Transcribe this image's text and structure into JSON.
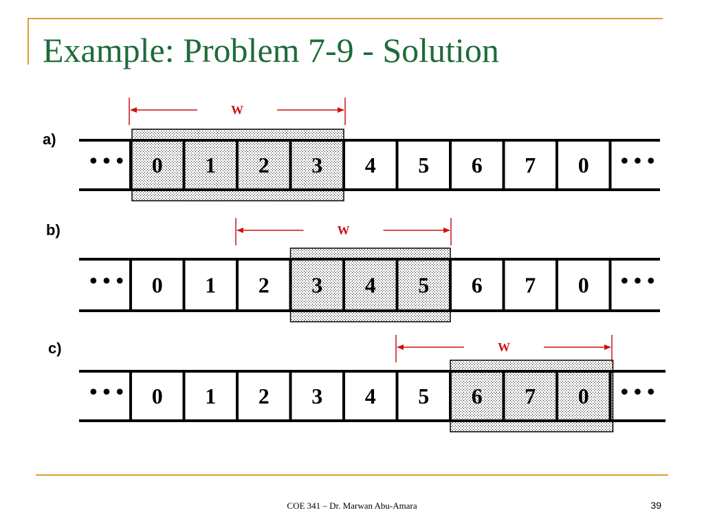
{
  "slide": {
    "title": "Example: Problem 7-9 - Solution",
    "footer": "COE 341 – Dr. Marwan Abu-Amara",
    "page_number": "39"
  },
  "diagram": {
    "ellipsis": "• • •",
    "window_label": "W",
    "colors": {
      "accent": "#d6a12a",
      "title": "#1e6b3a",
      "window_arrow": "#d01010"
    },
    "rows": [
      {
        "label": "a)",
        "cells": [
          "0",
          "1",
          "2",
          "3",
          "4",
          "5",
          "6",
          "7",
          "0"
        ],
        "window_start": 0,
        "window_size": 4
      },
      {
        "label": "b)",
        "cells": [
          "0",
          "1",
          "2",
          "3",
          "4",
          "5",
          "6",
          "7",
          "0"
        ],
        "window_start": 3,
        "window_size": 3
      },
      {
        "label": "c)",
        "cells": [
          "0",
          "1",
          "2",
          "3",
          "4",
          "5",
          "6",
          "7",
          "0"
        ],
        "window_start": 6,
        "window_size": 3
      }
    ]
  }
}
